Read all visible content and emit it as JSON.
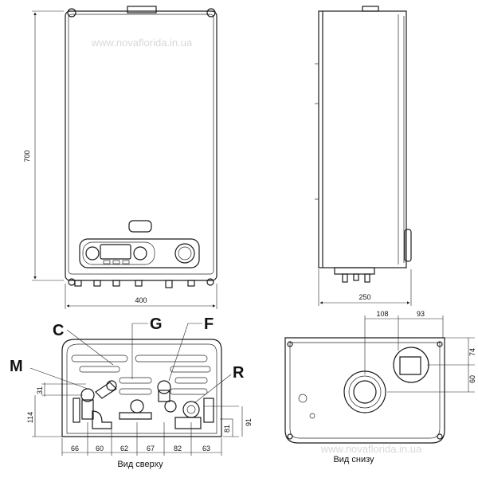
{
  "watermark": "www.novaflorida.in.ua",
  "front": {
    "height": "700",
    "width": "400"
  },
  "side": {
    "depth": "250"
  },
  "top_view": {
    "caption": "Вид сверху",
    "labels": {
      "c": "C",
      "g": "G",
      "f": "F",
      "m": "M",
      "r": "R"
    },
    "dims": {
      "d66": "66",
      "d60": "60",
      "d62": "62",
      "d67": "67",
      "d82": "82",
      "d63": "63",
      "d31": "31",
      "d114": "114",
      "d81": "81",
      "d91": "91"
    }
  },
  "bottom_view": {
    "caption": "Вид снизу",
    "dims": {
      "d108": "108",
      "d93": "93",
      "d74": "74",
      "d60": "60"
    }
  }
}
